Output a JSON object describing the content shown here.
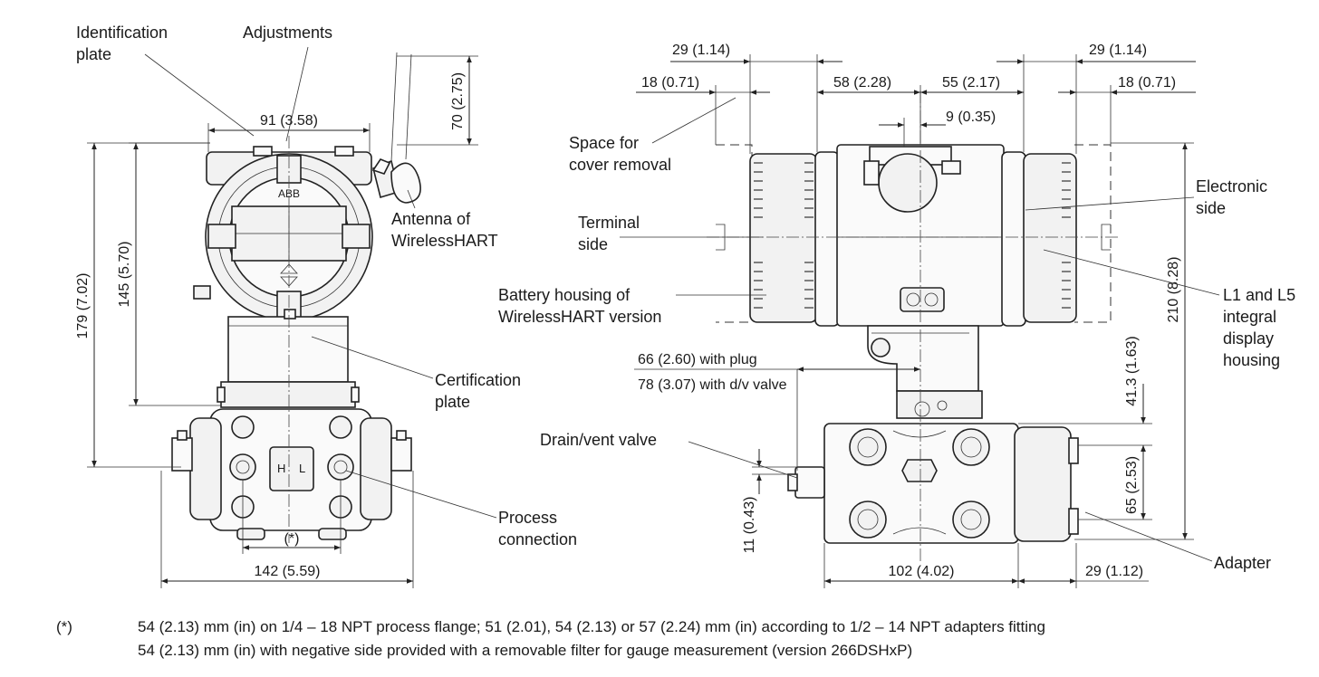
{
  "front_view": {
    "labels": {
      "identification_plate_1": "Identification",
      "identification_plate_2": "plate",
      "adjustments": "Adjustments",
      "antenna_1": "Antenna of",
      "antenna_2": "WirelessHART",
      "certification_1": "Certification",
      "certification_2": "plate",
      "process_1": "Process",
      "process_2": "connection",
      "logo": "ABB",
      "port_h": "H",
      "port_l": "L"
    },
    "dims": {
      "width_top": "91 (3.58)",
      "antenna_height": "70 (2.75)",
      "total_height": "179 (7.02)",
      "housing_height": "145 (5.70)",
      "flange_spacing": "(*)",
      "base_width": "142 (5.59)"
    }
  },
  "side_view": {
    "labels": {
      "space_cover_1": "Space for",
      "space_cover_2": "cover removal",
      "electronic_1": "Electronic",
      "electronic_2": "side",
      "terminal_1": "Terminal",
      "terminal_2": "side",
      "battery_1": "Battery housing of",
      "battery_2": "WirelessHART version",
      "display_1": "L1 and L5",
      "display_2": "integral",
      "display_3": "display",
      "display_4": "housing",
      "drain_vent": "Drain/vent valve",
      "adapter": "Adapter"
    },
    "dims": {
      "cover_left": "29 (1.14)",
      "cover_right": "29 (1.14)",
      "space_left": "18 (0.71)",
      "space_right": "18 (0.71)",
      "half_left": "58 (2.28)",
      "half_right": "55 (2.17)",
      "offset": "9 (0.35)",
      "plug": "66 (2.60) with plug",
      "valve": "78 (3.07) with d/v valve",
      "total_height": "210 (8.28)",
      "flange_top": "41.3 (1.63)",
      "adapter_height": "65 (2.53)",
      "drain_offset": "11 (0.43)",
      "flange_width": "102 (4.02)",
      "adapter_width": "29 (1.12)"
    }
  },
  "footnote": {
    "marker": "(*)",
    "line1": "54 (2.13) mm (in) on 1/4 – 18 NPT process flange; 51 (2.01), 54 (2.13) or 57 (2.24) mm (in) according to 1/2 – 14 NPT adapters fitting",
    "line2": "54 (2.13) mm (in) with negative side provided with a removable filter for gauge measurement (version 266DSHxP)"
  }
}
